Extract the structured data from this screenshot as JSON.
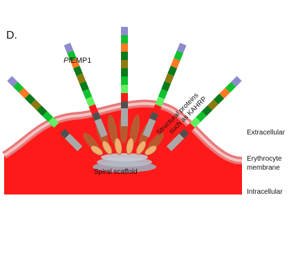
{
  "panel_label": "D.",
  "labels": {
    "pfemp1_prefix": "Pf",
    "pfemp1_suffix": "EMP1",
    "structural_line1": "Structural proteins",
    "structural_line2": "such as KAHRP",
    "spiral_scaffold": "Spiral scaffold",
    "extracellular": "Extracellular",
    "membrane_line1": "Erythrocyte",
    "membrane_line2": "membrane",
    "intracellular": "Intracellular"
  },
  "colors": {
    "intracellular": "#ff1a1a",
    "membrane_outer": "#e87878",
    "membrane_inner": "#f4c4c4",
    "stalk": "#a8a8a8",
    "transmembrane": "#505050",
    "knob_protein": "#b85a30",
    "knob_protein_light": "#f0b070",
    "scaffold": "#a0aab8",
    "text": "#111111"
  },
  "icons": {
    "protein_segments": [
      "lavender",
      "green",
      "orange",
      "dark-green",
      "olive",
      "dark-green",
      "green",
      "light-green",
      "red"
    ]
  }
}
